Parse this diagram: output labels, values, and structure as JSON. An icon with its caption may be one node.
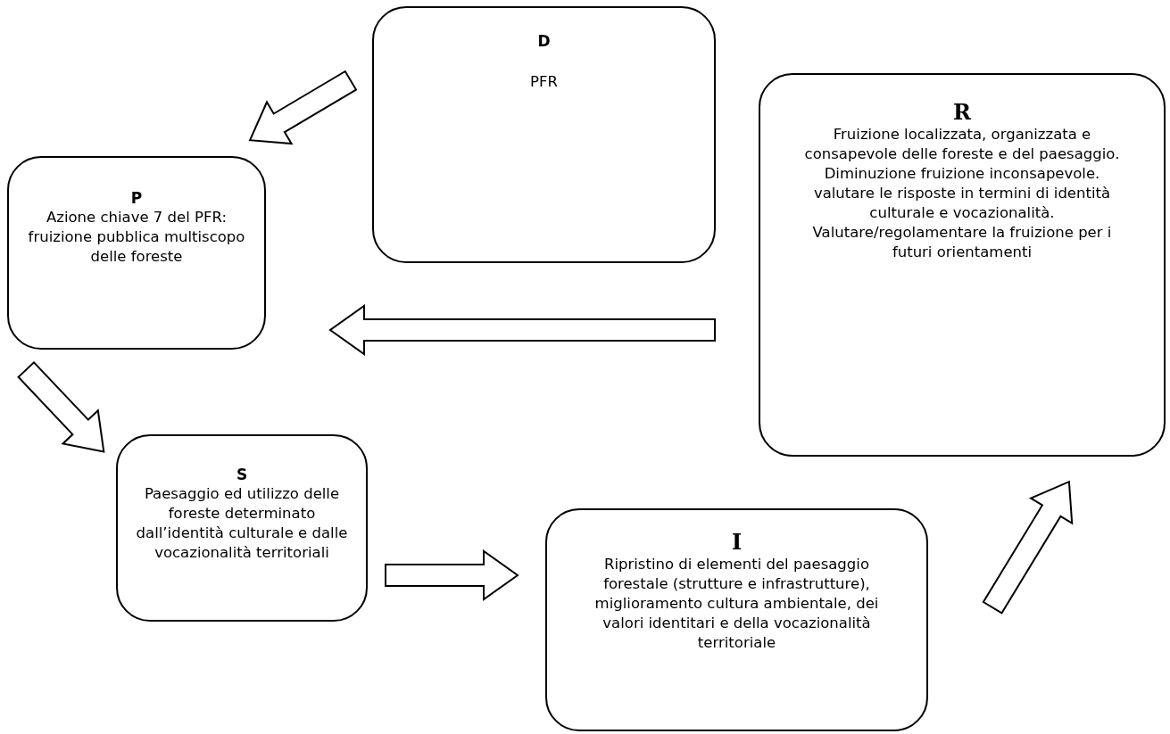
{
  "diagram": {
    "nodes": [
      {
        "text": [
          "D",
          "PFR"
        ]
      },
      {
        "text": [
          "P",
          "Azione chiave 7 del PFR: fruizione pubblica multiscopo delle foreste"
        ]
      },
      {
        "text": [
          "R",
          "Fruizione localizzata, organizzata e consapevole delle foreste e del paesaggio. Diminuzione fruizione inconsapevole. valutare le risposte in termini di identità culturale e vocazionalità. Valutare/regolamentare la fruizione per i futuri orientamenti"
        ]
      },
      {
        "text": [
          "S",
          "Paesaggio ed utilizzo delle foreste determinato dall’identità culturale e dalle vocazionalità territoriali"
        ]
      },
      {
        "text": [
          "I",
          "Ripristino di elementi del paesaggio forestale (strutture e infrastrutture), miglioramento cultura ambientale, dei valori identitari e della vocazionalità territoriale"
        ]
      }
    ],
    "edges": [
      {
        "from": 0,
        "to": 1,
        "arrow": "to"
      },
      {
        "from": 2,
        "to": 1,
        "arrow": "to"
      },
      {
        "from": 1,
        "to": 3,
        "arrow": "to"
      },
      {
        "from": 3,
        "to": 4,
        "arrow": "to"
      },
      {
        "from": 4,
        "to": 2,
        "arrow": "to"
      }
    ]
  }
}
